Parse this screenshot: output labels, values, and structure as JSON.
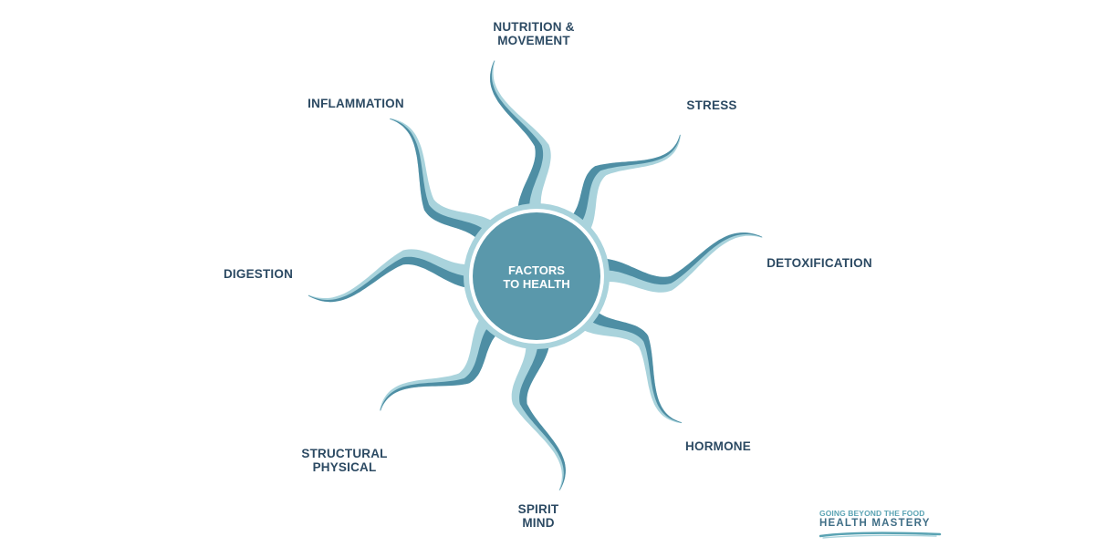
{
  "diagram": {
    "center": {
      "lines": [
        "FACTORS",
        "TO HEALTH"
      ]
    },
    "factors": [
      {
        "id": "nutrition",
        "lines": [
          "NUTRITION &",
          "MOVEMENT"
        ]
      },
      {
        "id": "stress",
        "lines": [
          "STRESS"
        ]
      },
      {
        "id": "detoxification",
        "lines": [
          "DETOXIFICATION"
        ]
      },
      {
        "id": "hormone",
        "lines": [
          "HORMONE"
        ]
      },
      {
        "id": "spirit",
        "lines": [
          "SPIRIT",
          "MIND"
        ]
      },
      {
        "id": "structural",
        "lines": [
          "STRUCTURAL",
          "PHYSICAL"
        ]
      },
      {
        "id": "digestion",
        "lines": [
          "DIGESTION"
        ]
      },
      {
        "id": "inflammation",
        "lines": [
          "INFLAMMATION"
        ]
      }
    ]
  },
  "brand": {
    "tagline": "GOING BEYOND THE FOOD",
    "name": "HEALTH MASTERY"
  },
  "colors": {
    "ring": "#a9d3dc",
    "circle_fill": "#5a98ab",
    "ray_light": "#a9d3dc",
    "ray_dark": "#4e8ea4",
    "label_text": "#2c4a63",
    "brand_light": "#5aa3b3",
    "brand_dark": "#3f6e86"
  }
}
